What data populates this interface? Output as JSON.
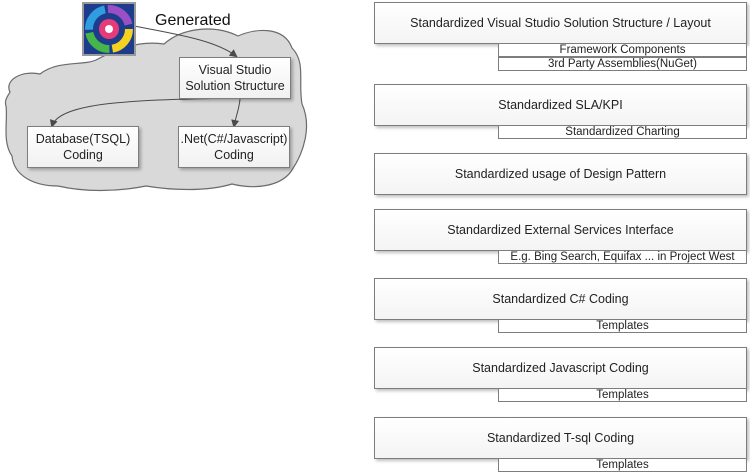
{
  "left": {
    "generated_label": "Generated",
    "vs_box": [
      "Visual Studio",
      "Solution Structure"
    ],
    "db_box": [
      "Database(TSQL)",
      "Coding"
    ],
    "net_box": [
      ".Net(C#/Javascript)",
      "Coding"
    ]
  },
  "standards": [
    {
      "title": "Standardized Visual Studio Solution Structure / Layout",
      "subs": [
        "Framework Components",
        "3rd Party Assemblies(NuGet)"
      ]
    },
    {
      "title": "Standardized SLA/KPI",
      "subs": [
        "Standardized Charting"
      ]
    },
    {
      "title": "Standardized usage of Design Pattern",
      "subs": []
    },
    {
      "title": "Standardized External Services Interface",
      "subs": [
        "E.g. Bing Search, Equifax ... in Project West"
      ]
    },
    {
      "title": "Standardized C# Coding",
      "subs": [
        "Templates"
      ]
    },
    {
      "title": "Standardized Javascript Coding",
      "subs": [
        "Templates"
      ]
    },
    {
      "title": "Standardized T-sql Coding",
      "subs": [
        "Templates"
      ]
    }
  ],
  "colors": {
    "cloud_fill": "#d9d9d9",
    "border": "#7d7d7d",
    "arrow": "#4a4a4a"
  }
}
